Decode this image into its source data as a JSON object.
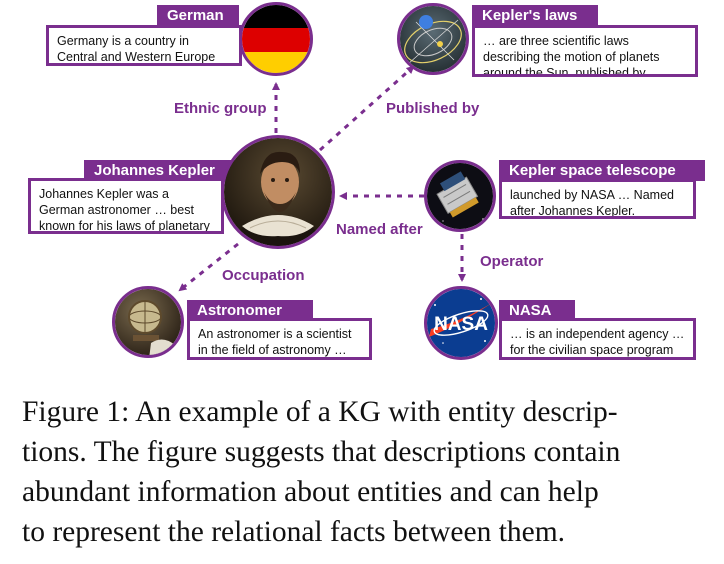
{
  "nodes": {
    "german": {
      "title": "German",
      "desc": "Germany is a country in Central and Western Europe …",
      "icon": "germany-flag-icon"
    },
    "keplers_laws": {
      "title": "Kepler's laws",
      "desc": "… are three scientific laws describing the motion of planets around the Sun, published by Johannes Kepler.",
      "icon": "orbit-diagram-icon"
    },
    "johannes_kepler": {
      "title": "Johannes Kepler",
      "desc": "Johannes Kepler was a German astronomer … best known for his laws of planetary motion.",
      "icon": "kepler-portrait-icon"
    },
    "kepler_space_telescope": {
      "title": "Kepler space telescope",
      "desc": "launched by NASA … Named after Johannes Kepler.",
      "icon": "space-telescope-icon"
    },
    "astronomer": {
      "title": "Astronomer",
      "desc": "An astronomer is a scientist in the field of astronomy …",
      "icon": "astronomer-globe-icon"
    },
    "nasa": {
      "title": "NASA",
      "desc": "… is an independent agency … for the civilian space program …",
      "icon": "nasa-logo-icon",
      "logo_text": "NASA"
    }
  },
  "edges": {
    "ethnic_group": "Ethnic group",
    "published_by": "Published by",
    "named_after": "Named after",
    "occupation": "Occupation",
    "operator": "Operator"
  },
  "caption": {
    "line1": "Figure 1: An example of a KG with entity descrip-",
    "line2": "tions. The figure suggests that descriptions contain",
    "line3": "abundant information about entities and can help",
    "line4": "to represent the relational facts between them."
  },
  "colors": {
    "accent": "#7a2e8e",
    "flag_black": "#000000",
    "flag_red": "#dd0000",
    "flag_gold": "#ffce00",
    "nasa_blue": "#0b3d91",
    "nasa_red": "#fc3d21"
  }
}
